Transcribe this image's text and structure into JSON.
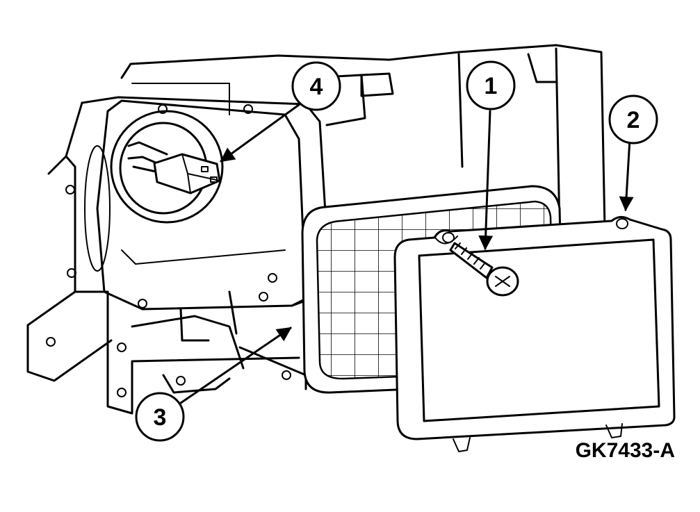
{
  "callouts": {
    "c1": "1",
    "c2": "2",
    "c3": "3",
    "c4": "4"
  },
  "figure_id": "GK7433-A",
  "colors": {
    "line": "#000000",
    "background": "#ffffff"
  }
}
